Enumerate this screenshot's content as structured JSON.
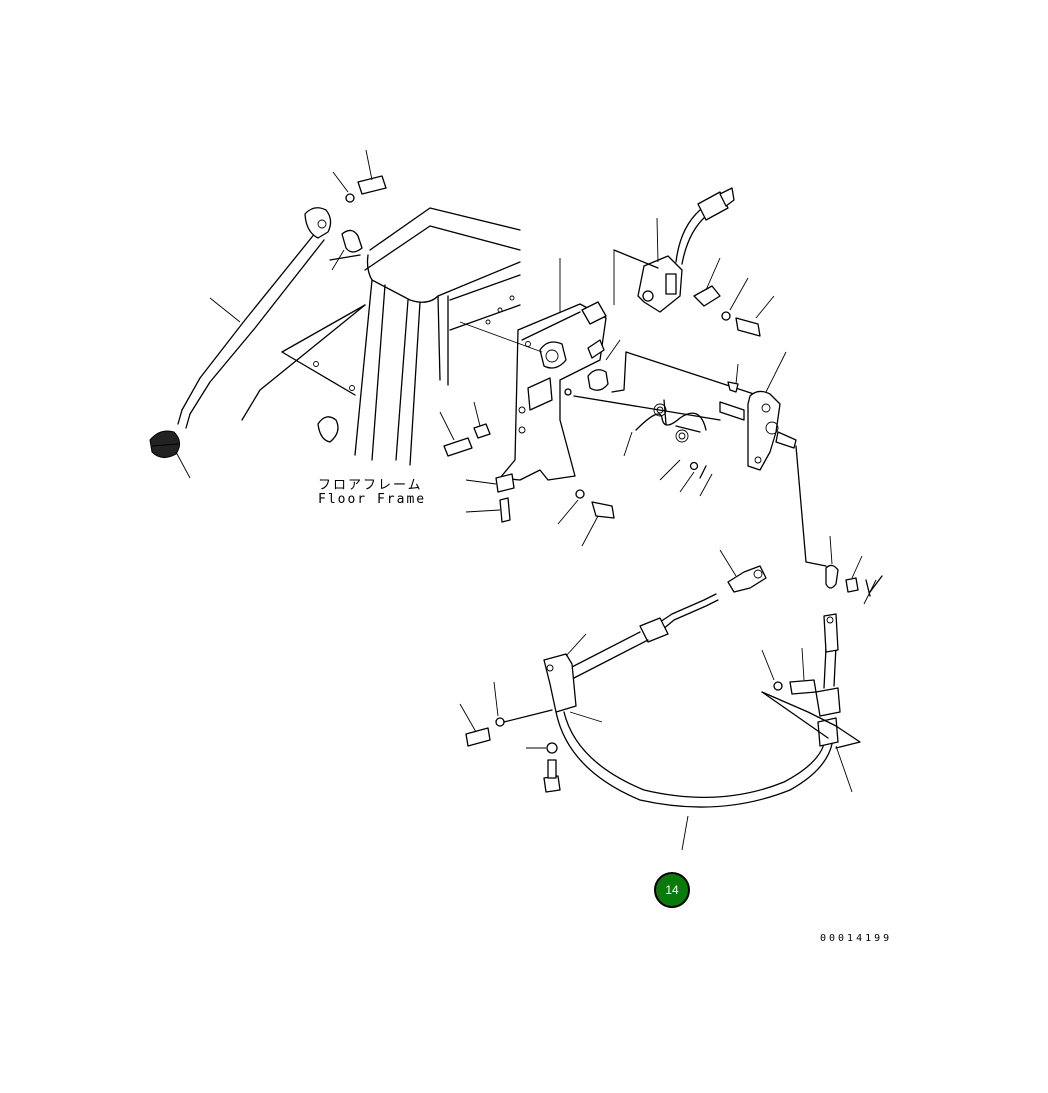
{
  "diagram": {
    "labels": {
      "floor_frame_jp": "フロアフレーム",
      "floor_frame_en": "Floor Frame"
    },
    "callout_number": "14",
    "drawing_code": "00014199",
    "colors": {
      "callout_fill": "#0a7a0a",
      "line": "#000000"
    }
  }
}
